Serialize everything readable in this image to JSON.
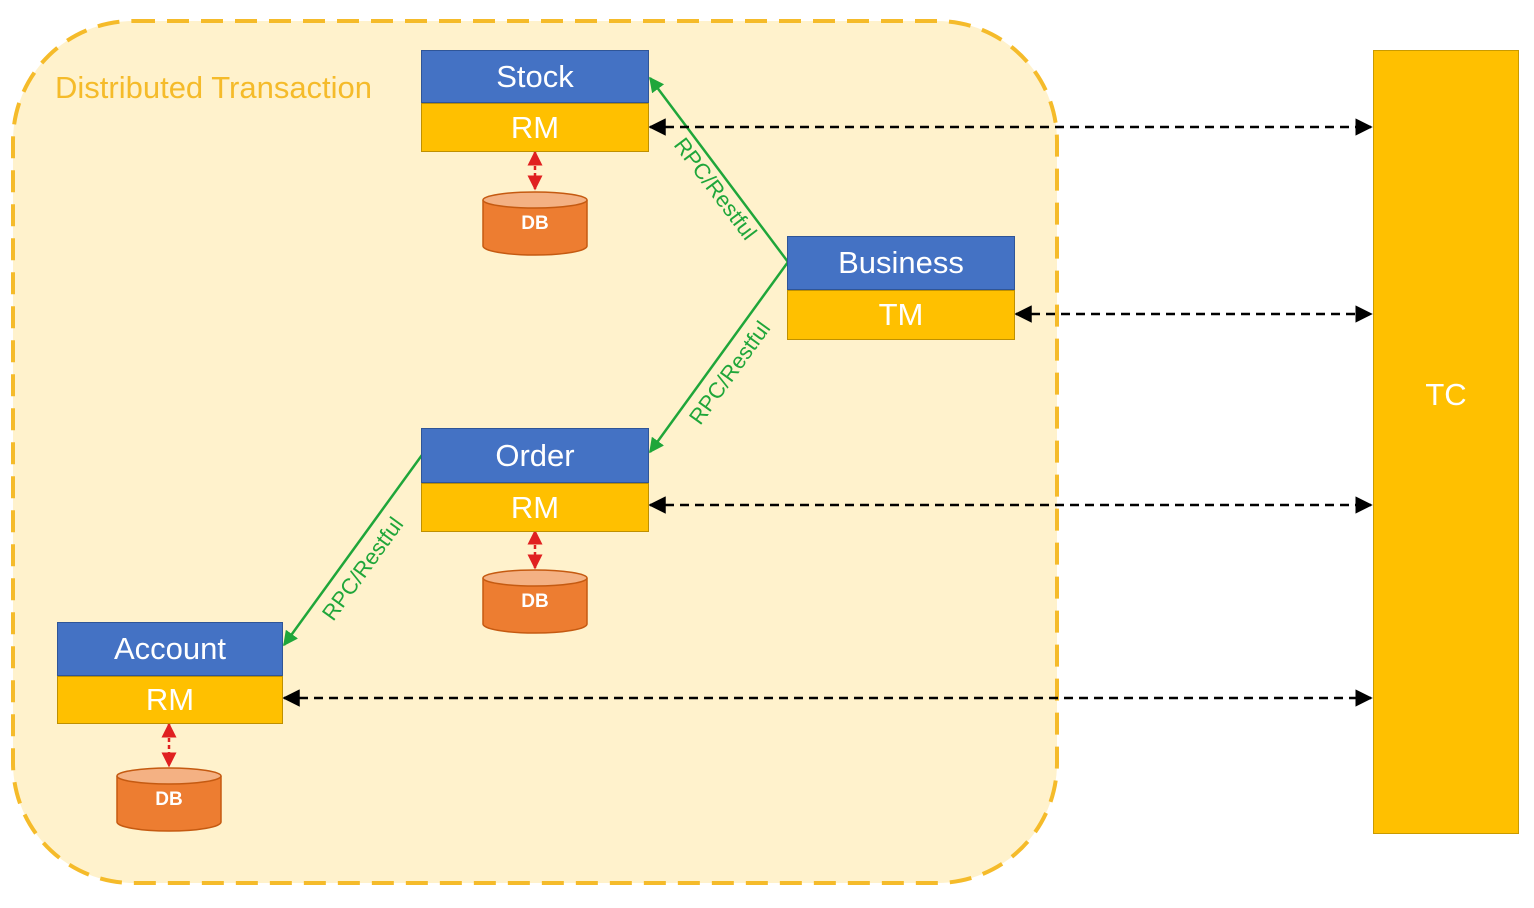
{
  "region_label": "Distributed Transaction",
  "services": {
    "stock": {
      "name": "Stock",
      "role": "RM"
    },
    "business": {
      "name": "Business",
      "role": "TM"
    },
    "order": {
      "name": "Order",
      "role": "RM"
    },
    "account": {
      "name": "Account",
      "role": "RM"
    }
  },
  "db_label": "DB",
  "tc_label": "TC",
  "edge_label": "RPC/Restful",
  "colors": {
    "service_header": "#4472C4",
    "service_role": "#FFC000",
    "database": "#ED7D31",
    "region_fill": "#FFF2CC",
    "region_border": "#F5BB2A",
    "rpc_arrow": "#1FA63A",
    "db_arrow": "#E02020",
    "tc_arrow": "#000000"
  }
}
